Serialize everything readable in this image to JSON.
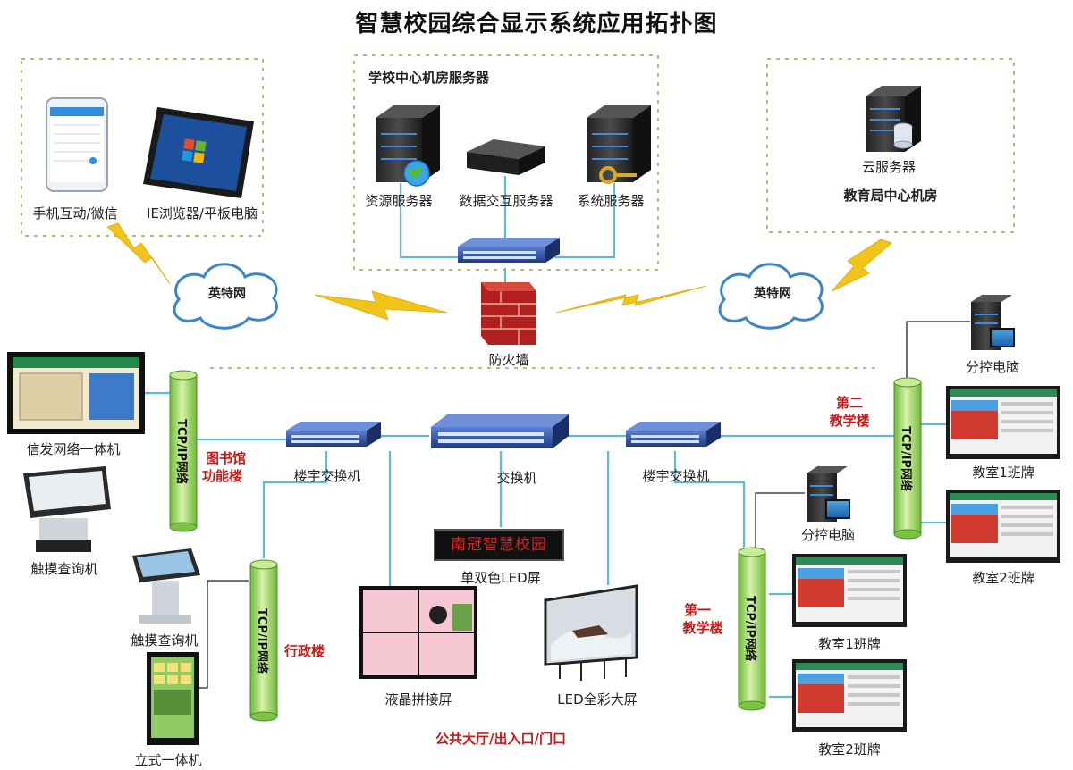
{
  "title": "智慧校园综合显示系统应用拓扑图",
  "colors": {
    "line_blue": "#5bbcd6",
    "pipe_green": "#8fd14f",
    "dashed_border": "#b8b87a",
    "label_red": "#c41a1a",
    "switch_blue": "#2c4fa0",
    "lightning": "#f0c419"
  },
  "left_box": {
    "labels": [
      "手机互动/微信",
      "IE浏览器/平板电脑"
    ],
    "icons": [
      "smartphone-icon",
      "tablet-icon"
    ]
  },
  "center_box": {
    "heading": "学校中心机房服务器",
    "labels": [
      "资源服务器",
      "数据交互服务器",
      "系统服务器"
    ],
    "icons": [
      "server-globe-icon",
      "data-server-icon",
      "server-key-icon"
    ]
  },
  "right_box": {
    "label": "云服务器",
    "heading": "教育局中心机房",
    "icon": "cloud-server-icon"
  },
  "clouds": [
    "英特网",
    "英特网"
  ],
  "firewall": "防火墙",
  "pipes": [
    "TCP/IP网络",
    "TCP/IP网络",
    "TCP/IP网络",
    "TCP/IP网络"
  ],
  "buildings": {
    "library": [
      "图书馆",
      "功能楼"
    ],
    "admin": "行政楼",
    "teaching1": [
      "第一",
      "教学楼"
    ],
    "teaching2": [
      "第二",
      "教学楼"
    ]
  },
  "switches": [
    "楼宇交换机",
    "交换机",
    "楼宇交换机"
  ],
  "left_devices": [
    "信发网络一体机",
    "触摸查询机",
    "触摸查询机",
    "立式一体机"
  ],
  "led": {
    "display_text": "南冠智慧校园",
    "label": "单双色LED屏"
  },
  "hall": {
    "devices": [
      "液晶拼接屏",
      "LED全彩大屏"
    ],
    "label": "公共大厅/出入口/门口"
  },
  "branch_pcs": [
    "分控电脑",
    "分控电脑"
  ],
  "class_boards": [
    "教室1班牌",
    "教室2班牌",
    "教室1班牌",
    "教室2班牌"
  ]
}
